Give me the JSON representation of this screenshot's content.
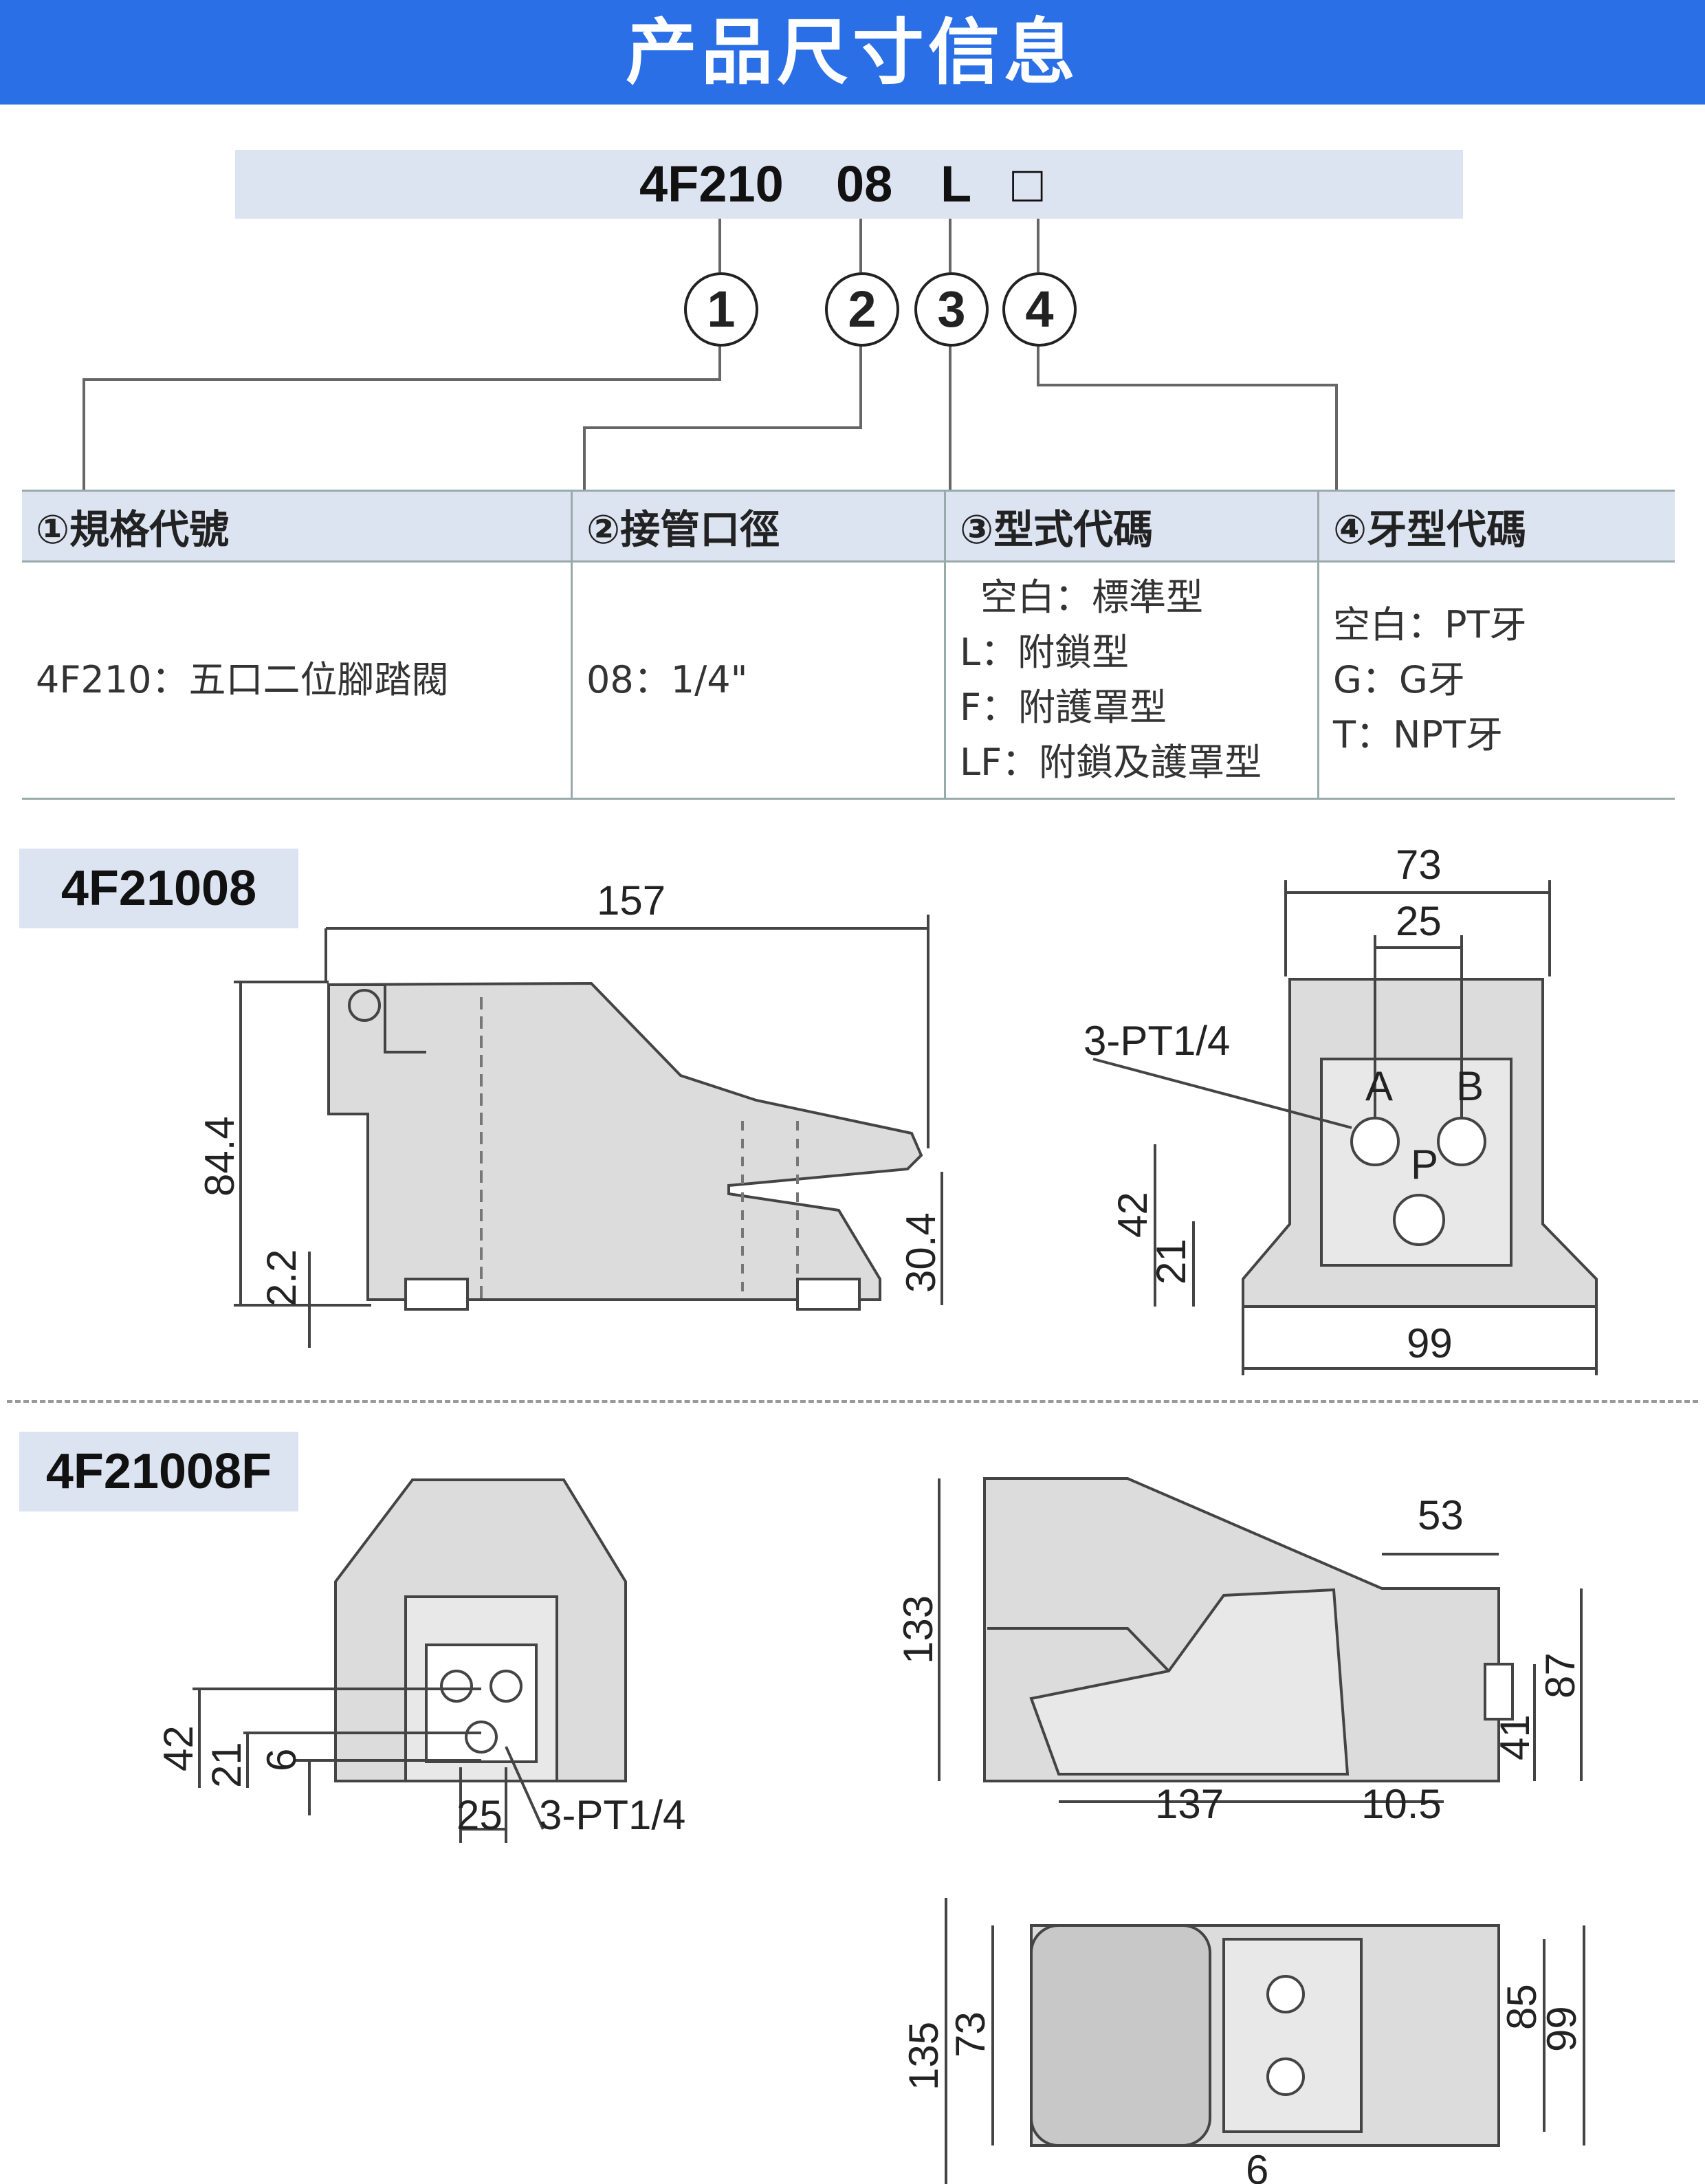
{
  "header": {
    "title": "产品尺寸信息"
  },
  "model_code": {
    "part1": "4F210",
    "part2": "08",
    "part3": "L",
    "part4": "□"
  },
  "markers": [
    "1",
    "2",
    "3",
    "4"
  ],
  "table": {
    "headers": [
      "①規格代號",
      "②接管口徑",
      "③型式代碼",
      "④牙型代碼"
    ],
    "col1": [
      "4F210：五口二位腳踏閥"
    ],
    "col2": [
      "08：1/4\""
    ],
    "col3": [
      "空白：標準型",
      "L：附鎖型",
      "F：附護罩型",
      "LF：附鎖及護罩型"
    ],
    "col4": [
      "空白：PT牙",
      "G：G牙",
      "T：NPT牙"
    ]
  },
  "section1": {
    "label": "4F21008",
    "dims": {
      "length": "157",
      "height": "84.4",
      "base": "2.2",
      "pedal": "30.4",
      "width": "73",
      "port_spacing": "25",
      "port_label": "3-PT1/4",
      "h42": "42",
      "h21": "21",
      "base_width": "99",
      "port_a": "A",
      "port_b": "B",
      "port_p": "P"
    }
  },
  "section2": {
    "label": "4F21008F",
    "dims": {
      "h42": "42",
      "h21": "21",
      "h6": "6",
      "w25": "25",
      "port_label": "3-PT1/4",
      "h133": "133",
      "w53": "53",
      "h87": "87",
      "h41": "41",
      "w137": "137",
      "w10_5": "10.5",
      "h135": "135",
      "h73": "73",
      "h85": "85",
      "h99": "99",
      "w6": "6"
    }
  }
}
